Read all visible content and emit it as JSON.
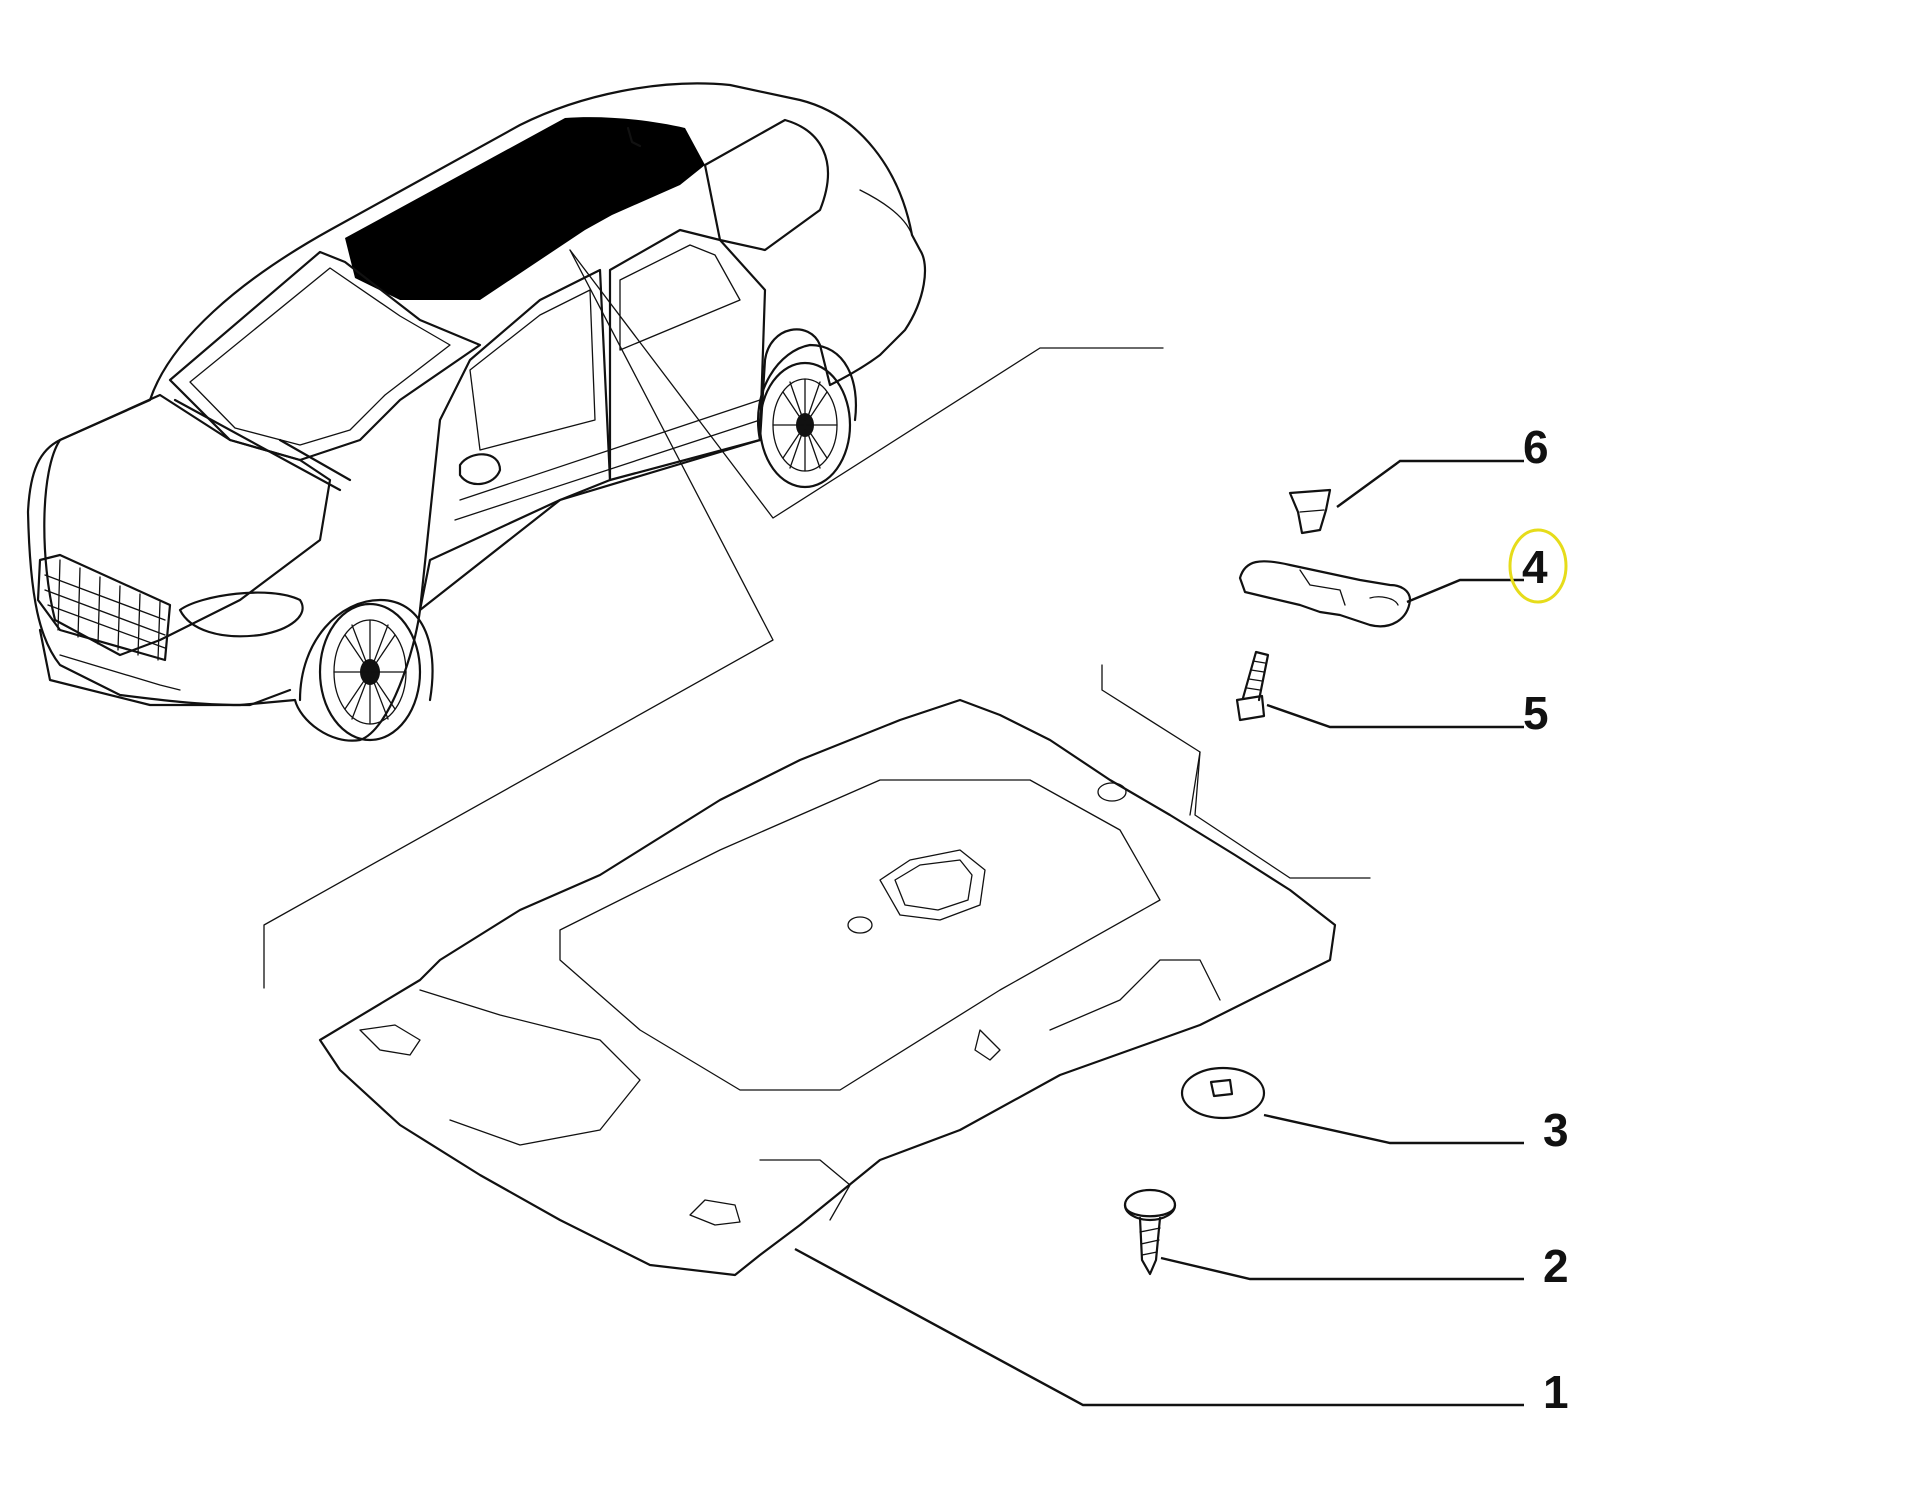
{
  "callouts": [
    {
      "number": "6",
      "part": "sleeve"
    },
    {
      "number": "4",
      "part": "grab-handle",
      "highlighted": true
    },
    {
      "number": "5",
      "part": "bolt"
    },
    {
      "number": "3",
      "part": "clip"
    },
    {
      "number": "2",
      "part": "screw"
    },
    {
      "number": "1",
      "part": "headliner"
    }
  ],
  "colors": {
    "line": "#111111",
    "highlight_ring": "#e6dc1a",
    "roof_fill": "#000000",
    "background": "#ffffff"
  }
}
